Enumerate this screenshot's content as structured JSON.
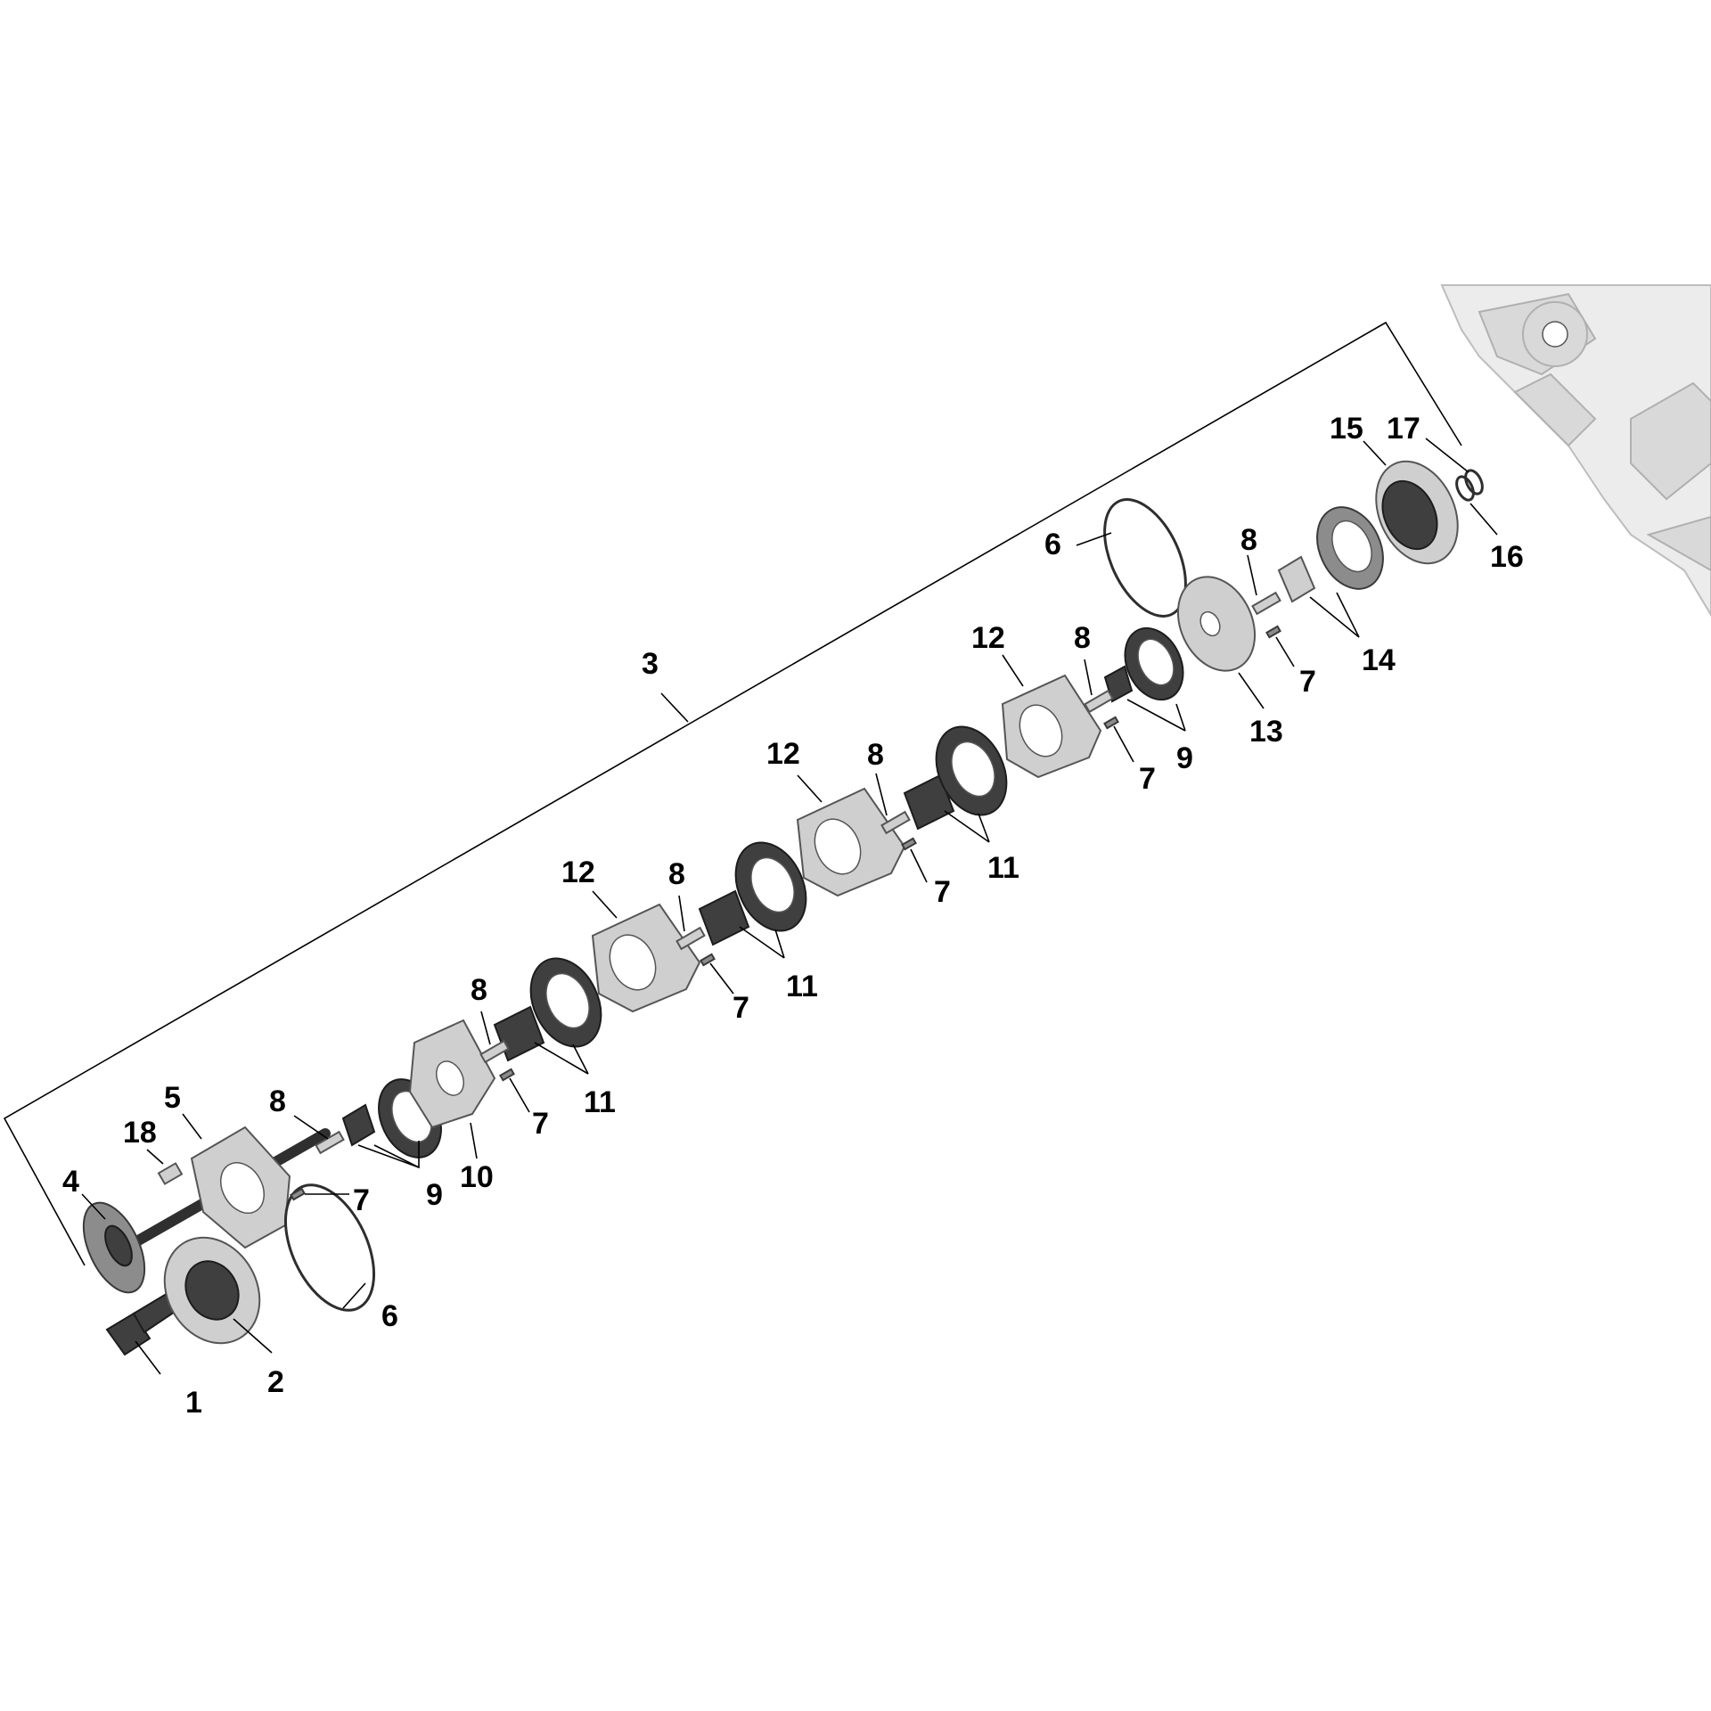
{
  "callouts": [
    {
      "id": "c1",
      "label": "1"
    },
    {
      "id": "c2",
      "label": "2"
    },
    {
      "id": "c3",
      "label": "3"
    },
    {
      "id": "c4",
      "label": "4"
    },
    {
      "id": "c5",
      "label": "5"
    },
    {
      "id": "c6a",
      "label": "6"
    },
    {
      "id": "c6b",
      "label": "6"
    },
    {
      "id": "c7a",
      "label": "7"
    },
    {
      "id": "c7b",
      "label": "7"
    },
    {
      "id": "c7c",
      "label": "7"
    },
    {
      "id": "c7d",
      "label": "7"
    },
    {
      "id": "c7e",
      "label": "7"
    },
    {
      "id": "c7f",
      "label": "7"
    },
    {
      "id": "c8a",
      "label": "8"
    },
    {
      "id": "c8b",
      "label": "8"
    },
    {
      "id": "c8c",
      "label": "8"
    },
    {
      "id": "c8d",
      "label": "8"
    },
    {
      "id": "c8e",
      "label": "8"
    },
    {
      "id": "c8f",
      "label": "8"
    },
    {
      "id": "c9a",
      "label": "9"
    },
    {
      "id": "c9b",
      "label": "9"
    },
    {
      "id": "c10",
      "label": "10"
    },
    {
      "id": "c11a",
      "label": "11"
    },
    {
      "id": "c11b",
      "label": "11"
    },
    {
      "id": "c11c",
      "label": "11"
    },
    {
      "id": "c12a",
      "label": "12"
    },
    {
      "id": "c12b",
      "label": "12"
    },
    {
      "id": "c12c",
      "label": "12"
    },
    {
      "id": "c13",
      "label": "13"
    },
    {
      "id": "c14",
      "label": "14"
    },
    {
      "id": "c15",
      "label": "15"
    },
    {
      "id": "c16",
      "label": "16"
    },
    {
      "id": "c17",
      "label": "17"
    },
    {
      "id": "c18",
      "label": "18"
    }
  ]
}
